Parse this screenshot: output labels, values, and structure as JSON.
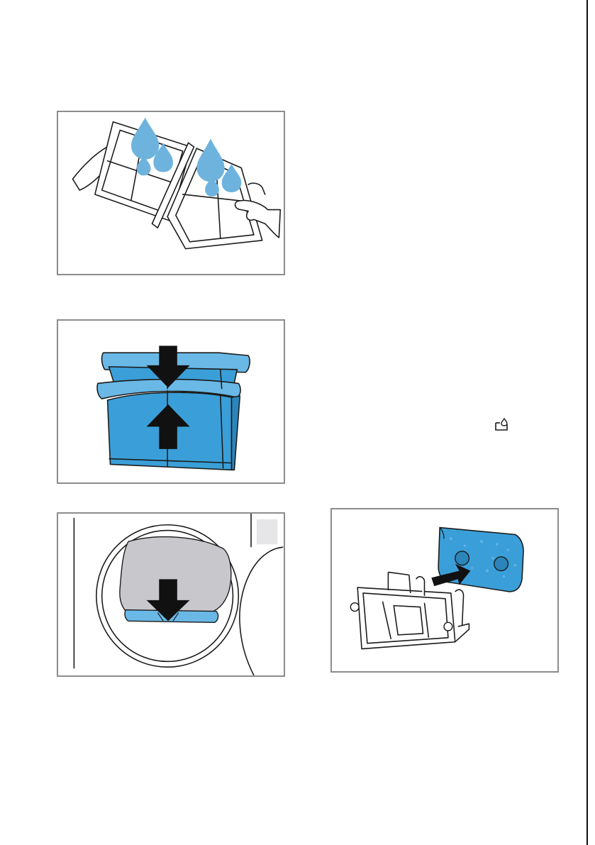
{
  "colors": {
    "water": "#6eb3dd",
    "filter_blue": "#3a9fd8",
    "filter_light": "#6ab8e6",
    "outline": "#1a1a1a",
    "frame": "#8c8c8c",
    "lint_gray": "#c8c8cc",
    "arrow": "#111111"
  },
  "figures": [
    {
      "id": "fig1",
      "icon": "rinse-filter-under-water-icon"
    },
    {
      "id": "fig2",
      "icon": "close-fluff-filter-icon"
    },
    {
      "id": "fig3",
      "icon": "insert-fluff-filter-in-door-icon"
    },
    {
      "id": "fig4",
      "icon": "insert-foam-filter-icon"
    }
  ],
  "inline_symbol": {
    "icon": "clean-filter-symbol-icon"
  }
}
